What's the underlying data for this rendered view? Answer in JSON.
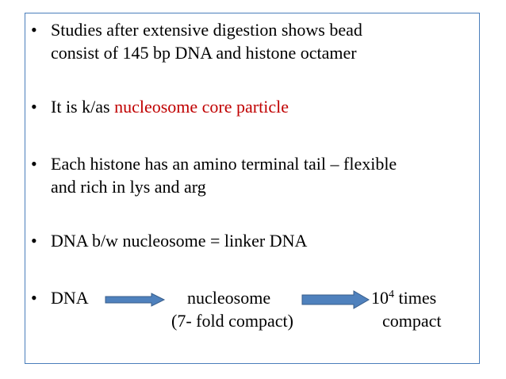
{
  "colors": {
    "frame_border": "#4a7ebb",
    "accent_red": "#c00000",
    "arrow_fill": "#4f81bd",
    "arrow_stroke": "#385d8a"
  },
  "bullets": [
    {
      "marker": "•",
      "line1": "Studies after extensive digestion shows bead",
      "line2": "consist of 145 bp DNA and histone octamer"
    },
    {
      "marker": "•",
      "prefix": "It is k/as ",
      "highlight": "nucleosome core particle"
    },
    {
      "marker": "•",
      "line1": "Each histone has an amino terminal tail – flexible",
      "line2": "and rich in lys and arg"
    },
    {
      "marker": "•",
      "line1": "DNA b/w nucleosome = linker DNA"
    }
  ],
  "flow": {
    "marker": "•",
    "start": "DNA",
    "middle": "nucleosome",
    "middle_note": "(7- fold compact)",
    "end_base": "10",
    "end_exponent": "4",
    "end_suffix": " times",
    "end_note": "compact"
  }
}
